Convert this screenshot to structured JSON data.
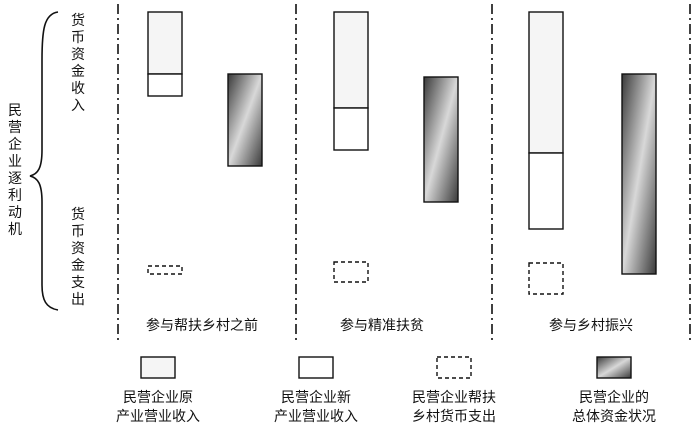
{
  "left_axis": {
    "main_label": "民营企业逐利动机",
    "income_label": "货币资金收入",
    "expense_label": "货币资金支出"
  },
  "phases": [
    {
      "label": "参与帮扶乡村之前"
    },
    {
      "label": "参与精准扶贫"
    },
    {
      "label": "参与乡村振兴"
    }
  ],
  "legend": [
    {
      "label": "民营企业原\n产业营业收入",
      "swatch": "original-income"
    },
    {
      "label": "民营企业新\n产业营业收入",
      "swatch": "new-income"
    },
    {
      "label": "民营企业帮扶\n乡村货币支出",
      "swatch": "rural-expense"
    },
    {
      "label": "民营企业的\n总体资金状况",
      "swatch": "overall-funds"
    }
  ],
  "colors": {
    "line": "#111111",
    "original_fill": "#f5f5f5",
    "new_fill": "#ffffff",
    "gradient_dark": "#3a3a3a",
    "gradient_light": "#e0e0e0"
  }
}
